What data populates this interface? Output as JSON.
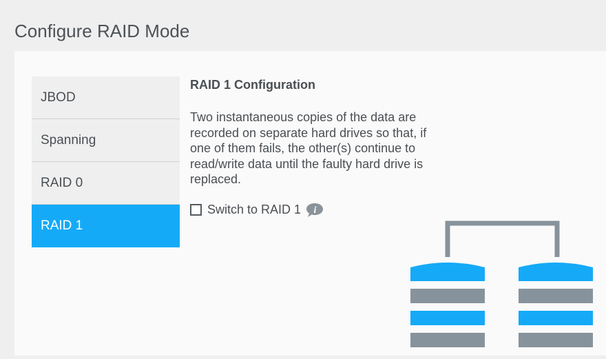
{
  "page": {
    "title": "Configure RAID Mode"
  },
  "modes": [
    {
      "label": "JBOD",
      "active": false
    },
    {
      "label": "Spanning",
      "active": false
    },
    {
      "label": "RAID 0",
      "active": false
    },
    {
      "label": "RAID 1",
      "active": true
    }
  ],
  "config": {
    "title": "RAID 1 Configuration",
    "description": "Two instantaneous copies of the data are recorded on separate hard drives so that, if one of them fails, the other(s) continue to read/write data until the faulty hard drive is replaced.",
    "switch_label": "Switch to RAID 1",
    "switch_checked": false
  },
  "icons": {
    "info": "info-icon",
    "diagram": "raid1-mirror-diagram"
  },
  "colors": {
    "accent": "#15aaf7",
    "disk_gray": "#87939c",
    "connector": "#87939c"
  }
}
